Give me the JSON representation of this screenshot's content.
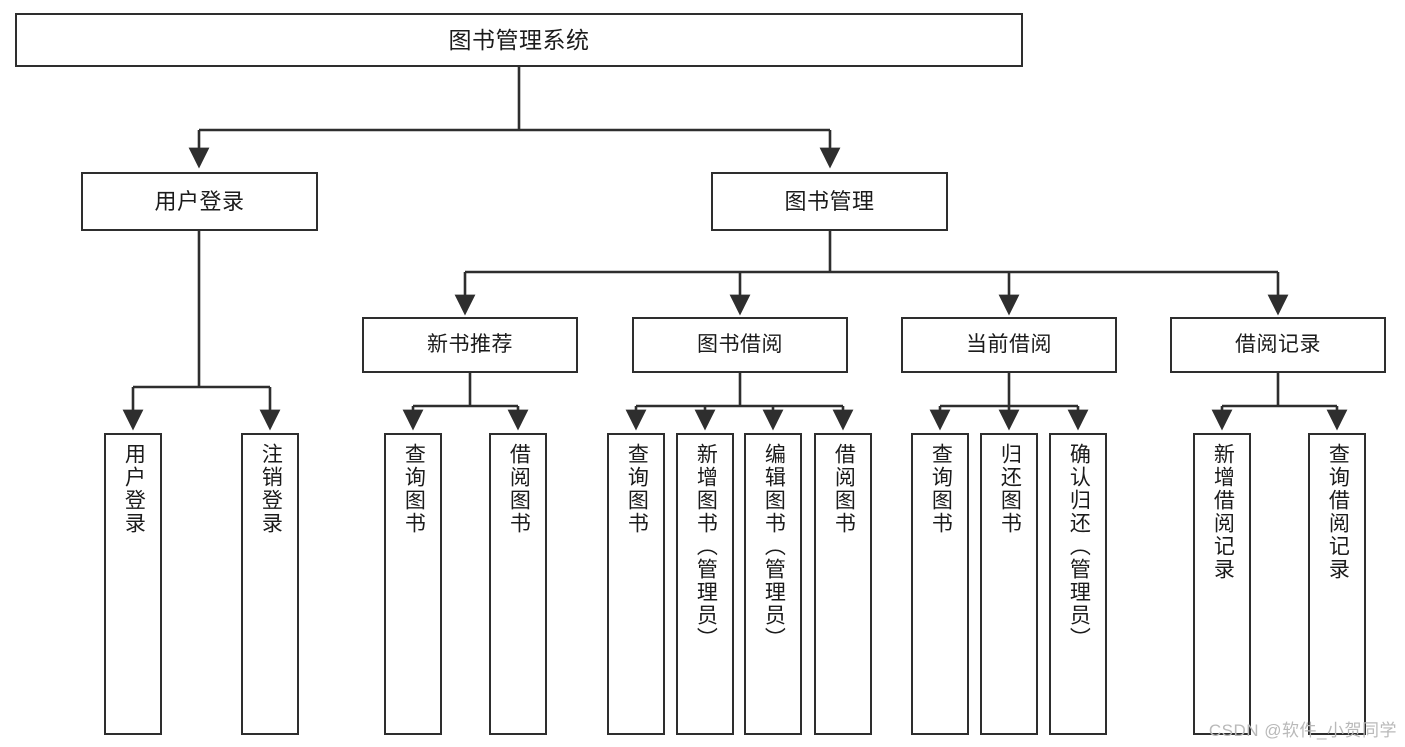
{
  "diagram": {
    "title": "图书管理系统",
    "type": "tree-hierarchy-diagram",
    "root": {
      "label": "图书管理系统"
    },
    "level2": [
      {
        "id": "user-login",
        "label": "用户登录"
      },
      {
        "id": "book-management",
        "label": "图书管理"
      }
    ],
    "level3": [
      {
        "id": "new-book-recommend",
        "label": "新书推荐"
      },
      {
        "id": "book-borrow",
        "label": "图书借阅"
      },
      {
        "id": "current-borrow",
        "label": "当前借阅"
      },
      {
        "id": "borrow-record",
        "label": "借阅记录"
      }
    ],
    "leaves": {
      "user_login": [
        {
          "id": "leaf-user-login",
          "label": "用户登录"
        },
        {
          "id": "leaf-logout",
          "label": "注销登录"
        }
      ],
      "new_book_recommend": [
        {
          "id": "leaf-query-book-1",
          "label": "查询图书"
        },
        {
          "id": "leaf-borrow-book-1",
          "label": "借阅图书"
        }
      ],
      "book_borrow": [
        {
          "id": "leaf-query-book-2",
          "label": "查询图书"
        },
        {
          "id": "leaf-add-book",
          "label": "新增图书（管理员）"
        },
        {
          "id": "leaf-edit-book",
          "label": "编辑图书（管理员）"
        },
        {
          "id": "leaf-borrow-book-2",
          "label": "借阅图书"
        }
      ],
      "current_borrow": [
        {
          "id": "leaf-query-book-3",
          "label": "查询图书"
        },
        {
          "id": "leaf-return-book",
          "label": "归还图书"
        },
        {
          "id": "leaf-confirm-return",
          "label": "确认归还（管理员）"
        }
      ],
      "borrow_record": [
        {
          "id": "leaf-add-record",
          "label": "新增借阅记录"
        },
        {
          "id": "leaf-query-record",
          "label": "查询借阅记录"
        }
      ]
    }
  },
  "watermark": {
    "text": "CSDN @软件_小贺同学"
  },
  "colors": {
    "box_border": "#2e2e2e",
    "box_fill": "#ffffff",
    "connector": "#2e2e2e",
    "text": "#1b1b1b",
    "watermark": "#b9b9b9",
    "background": "#ffffff"
  }
}
